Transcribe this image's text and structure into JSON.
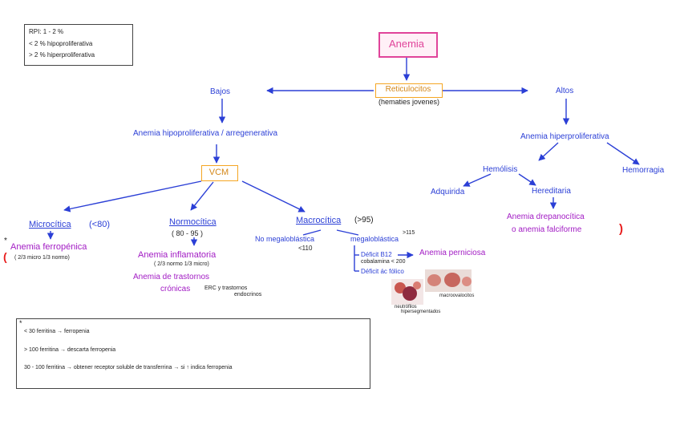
{
  "colors": {
    "blue": "#2b3fd6",
    "purple": "#a21cc4",
    "pink": "#e0449a",
    "orange": "#f5a623",
    "red": "#e81d1d"
  },
  "rpi_box": {
    "line1": "RPI: 1 - 2 %",
    "line2": "< 2 % hipoproliferativa",
    "line3": "> 2 % hiperproliferativa"
  },
  "root": "Anemia",
  "reticulocitos": {
    "label": "Reticulocitos",
    "sub": "(hematies jovenes)"
  },
  "left": {
    "branch": "Bajos",
    "type": "Anemia hipoproliferativa / arregenerativa",
    "vcm": "VCM",
    "micro": {
      "label": "Microcítica",
      "range": "(<80)",
      "result": "Anemia ferropénica",
      "note": "( 2/3 micro 1/3 normo)"
    },
    "normo": {
      "label": "Normocítica",
      "range": "( 80 - 95 )",
      "result": "Anemia inflamatoria",
      "note": "( 2/3 normo 1/3 micro)",
      "result2": "Anemia de trastornos",
      "result2b": "crónicas",
      "extra1": "ERC y trastornos",
      "extra2": "endocrinos"
    },
    "macro": {
      "label": "Macrocítica",
      "range": "(>95)",
      "gt": ">115",
      "no_mega": "No megaloblástica",
      "no_mega_val": "<110",
      "mega": "megaloblástica",
      "b12": "Déficit B12",
      "b12_result": "Anemia perniciosa",
      "cobalamina": "cobalamina < 200",
      "folico": "Déficit ác fólico",
      "img_label1": "macroovalocitos",
      "img_label2a": "neutrófilos",
      "img_label2b": "hipersegmentados"
    }
  },
  "right": {
    "branch": "Altos",
    "type": "Anemia hiperproliferativa",
    "hemolisis": "Hemólisis",
    "hemorragia": "Hemorragia",
    "adquirida": "Adquirida",
    "hereditaria": "Hereditaria",
    "result_line1": "Anemia drepanocítica",
    "result_line2": "o anemia falciforme"
  },
  "ferritin_box": {
    "star": "*",
    "line1": "< 30 ferritina → ferropenia",
    "line2": "> 100 ferritina → descarta ferropenia",
    "line3": "30 - 100 ferritina → obtener receptor soluble de transferrina → si ↑ indica ferropenia"
  }
}
